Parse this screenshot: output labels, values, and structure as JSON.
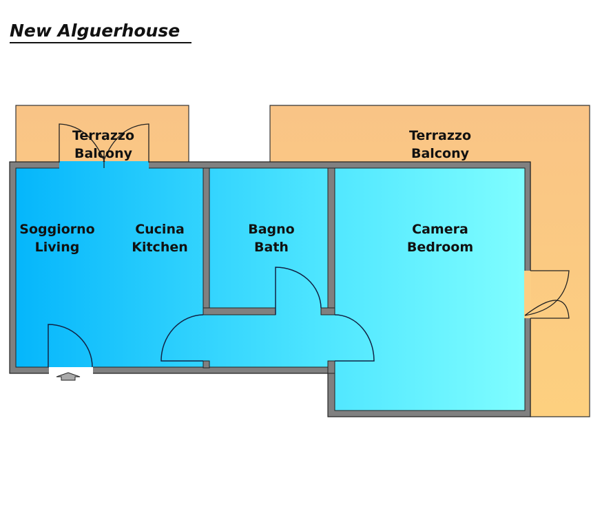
{
  "title": "New Alguerhouse",
  "rooms": {
    "terrace_left": {
      "line1": "Terrazzo",
      "line2": "Balcony"
    },
    "terrace_right": {
      "line1": "Terrazzo",
      "line2": "Balcony"
    },
    "living": {
      "line1": "Soggiorno",
      "line2": "Living"
    },
    "kitchen": {
      "line1": "Cucina",
      "line2": "Kitchen"
    },
    "bath": {
      "line1": "Bagno",
      "line2": "Bath"
    },
    "bedroom": {
      "line1": "Camera",
      "line2": "Bedroom"
    }
  },
  "colors": {
    "terrace": "#fbc985",
    "wall": "#808080",
    "room_left": "#05b6fb",
    "room_right": "#80feff"
  },
  "icons": {
    "entrance": "entrance-arrow-icon"
  }
}
